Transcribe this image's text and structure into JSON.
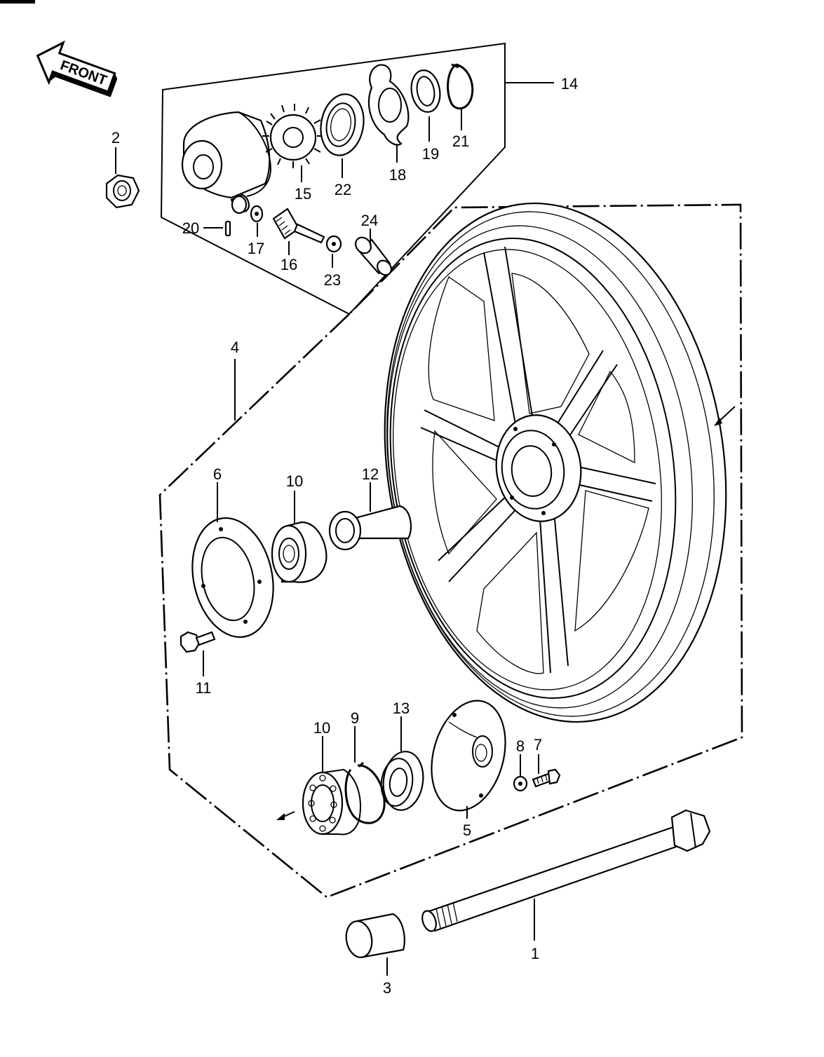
{
  "front_label": "FRONT",
  "callouts": {
    "c1": "1",
    "c2": "2",
    "c3": "3",
    "c4": "4",
    "c5": "5",
    "c6": "6",
    "c7": "7",
    "c8": "8",
    "c9": "9",
    "c10a": "10",
    "c10b": "10",
    "c11": "11",
    "c12": "12",
    "c13": "13",
    "c14": "14",
    "c15": "15",
    "c16": "16",
    "c17": "17",
    "c18": "18",
    "c19": "19",
    "c20": "20",
    "c21": "21",
    "c22": "22",
    "c23": "23",
    "c24": "24"
  }
}
